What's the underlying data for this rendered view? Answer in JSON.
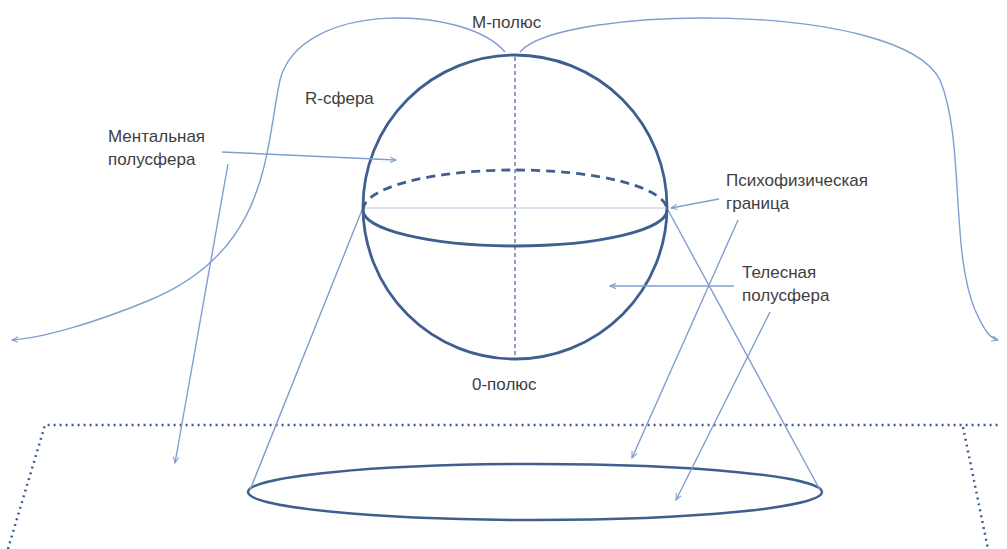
{
  "diagram": {
    "labels": [
      "М-полюс",
      "R-сфера",
      "Ментальная полусфера",
      "Психофизическая граница",
      "Телесная полусфера",
      "0-полюс"
    ]
  }
}
